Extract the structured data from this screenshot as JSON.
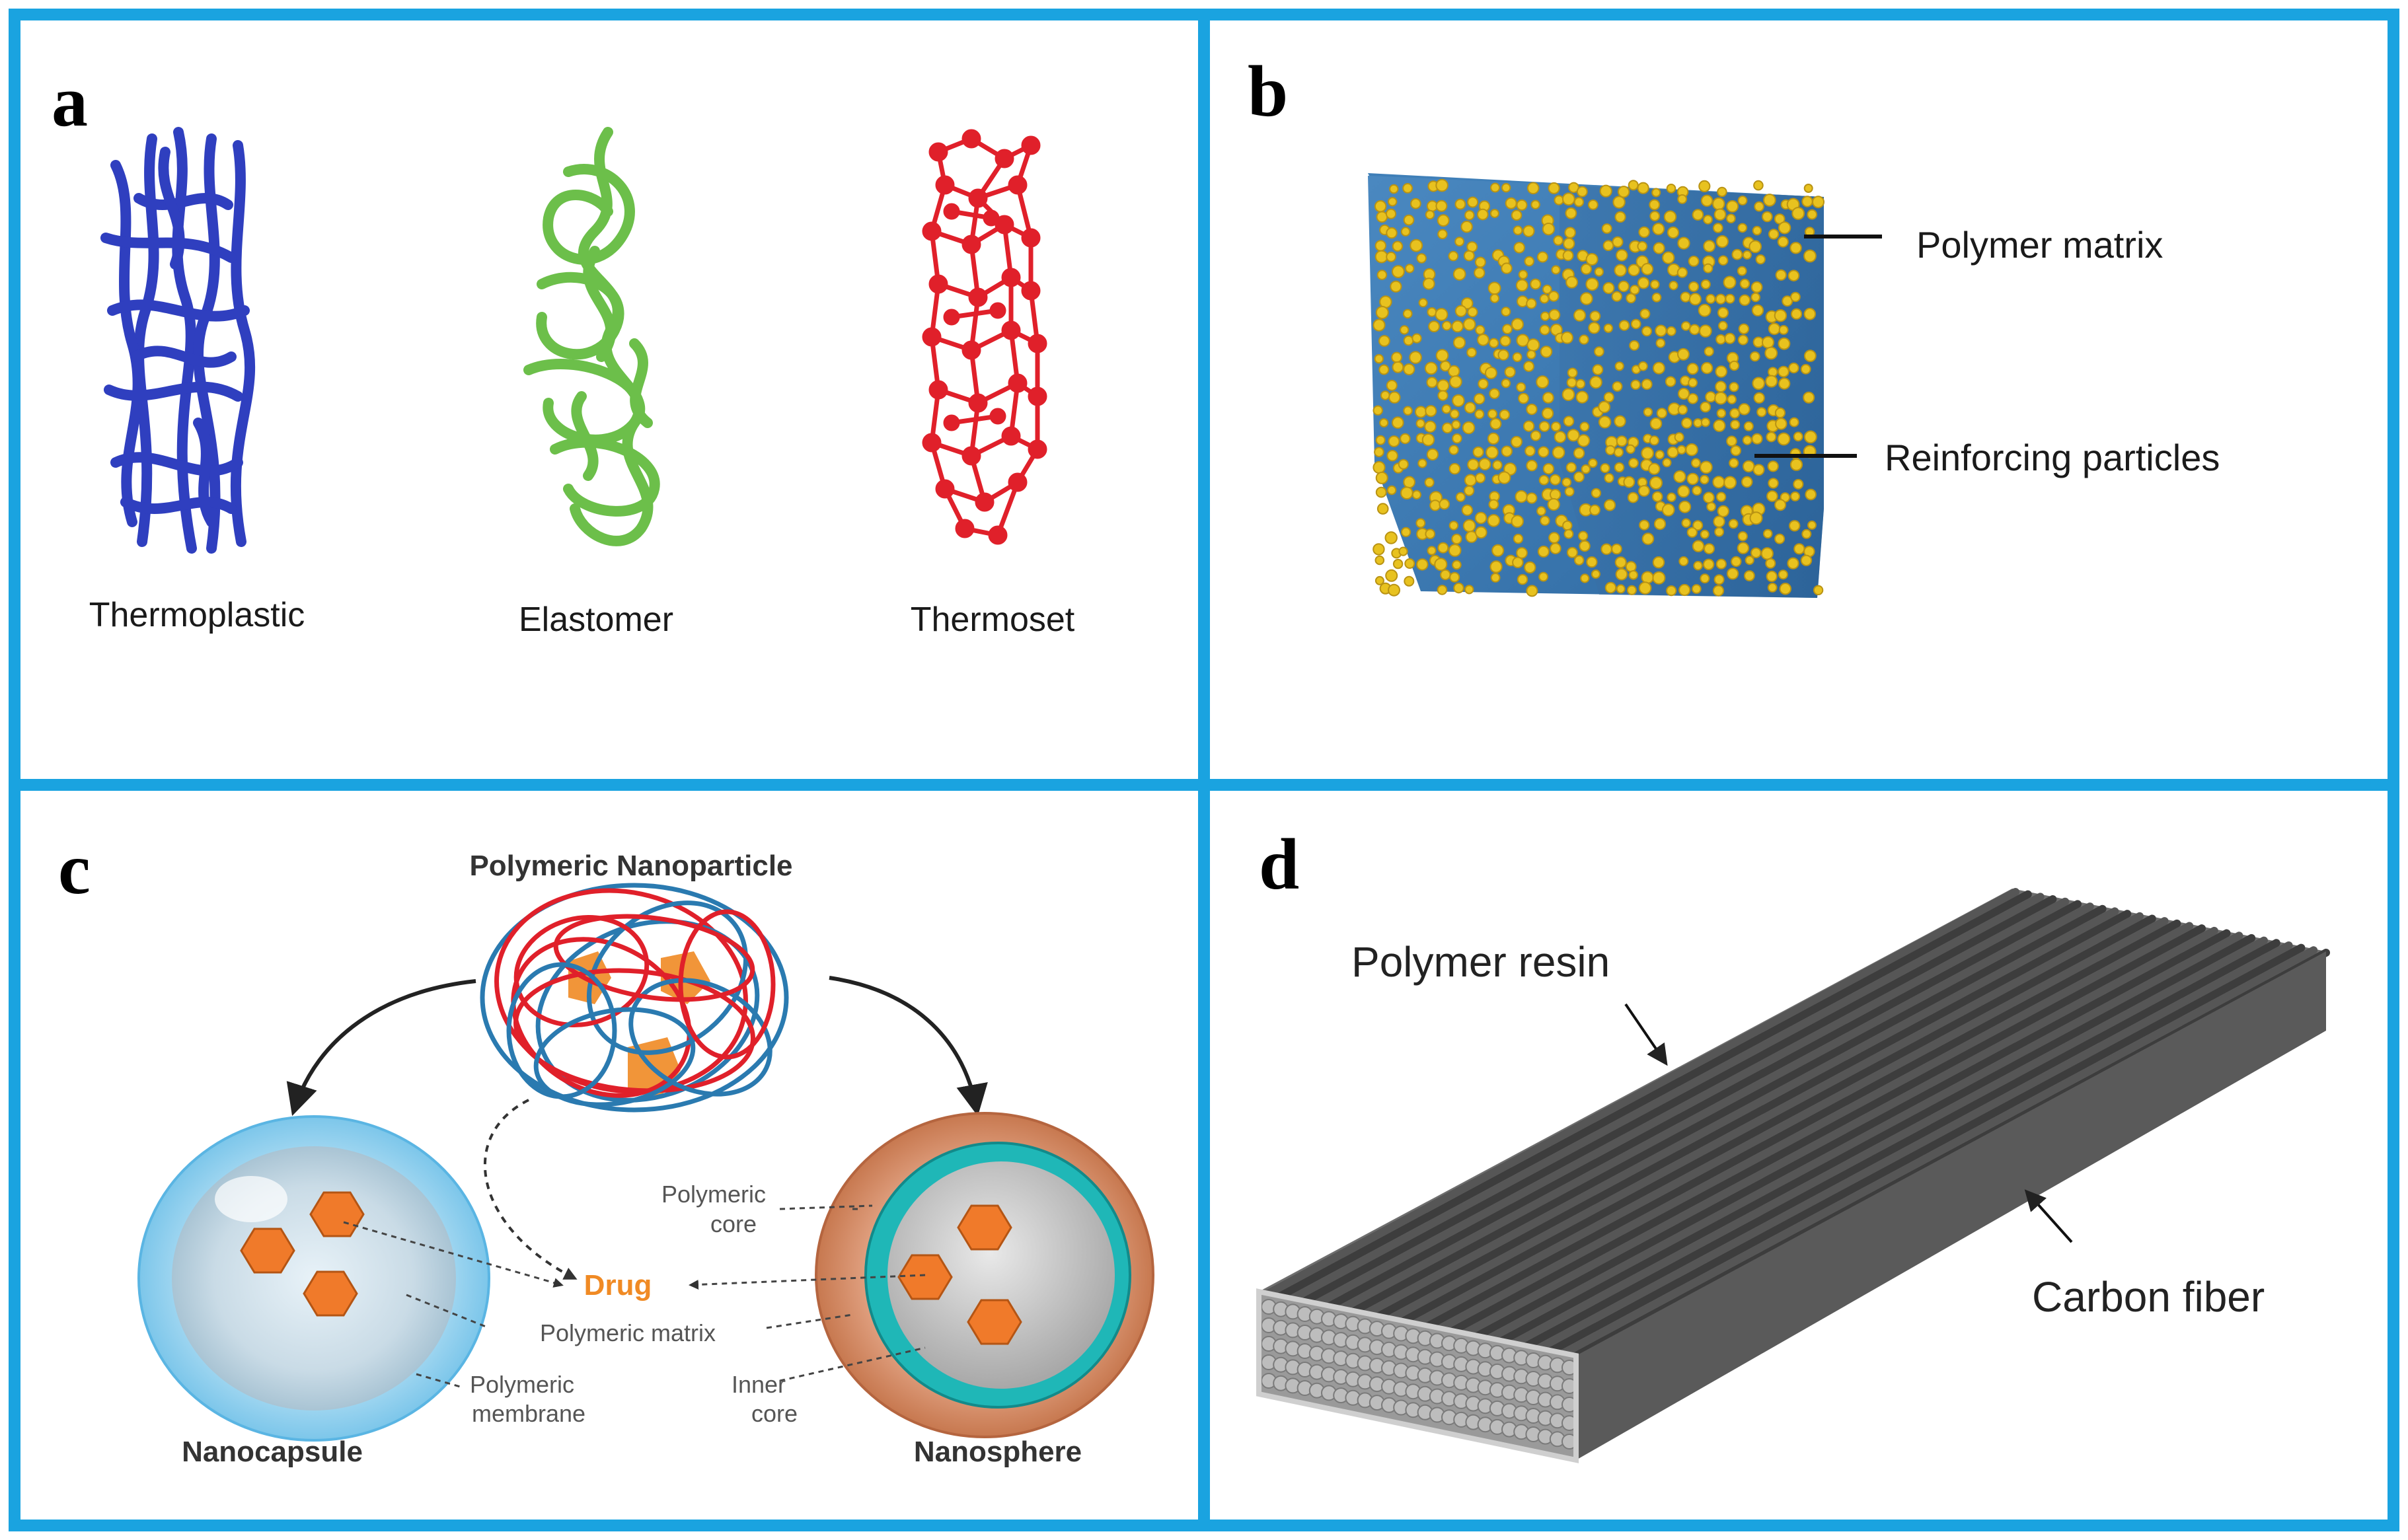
{
  "colors": {
    "frame": "#1aa3e0",
    "thermoplastic": "#2f3fbf",
    "elastomer": "#6cbf4a",
    "thermoset": "#e0202a",
    "matrix_blue": "#3a78b4",
    "particle_yellow": "#e8c21f",
    "drug_orange": "#f08a24",
    "nanosphere_teal": "#1fb7b7",
    "fiber_gray": "#4a4a4a"
  },
  "panels": {
    "a": {
      "letter": "a",
      "labels": [
        "Thermoplastic",
        "Elastomer",
        "Thermoset"
      ]
    },
    "b": {
      "letter": "b",
      "labels": {
        "matrix": "Polymer matrix",
        "particles": "Reinforcing particles"
      }
    },
    "c": {
      "letter": "c",
      "title": "Polymeric Nanoparticle",
      "nanocapsule": "Nanocapsule",
      "nanosphere": "Nanosphere",
      "drug": "Drug",
      "polymeric_matrix": "Polymeric matrix",
      "polymeric_core_1": "Polymeric",
      "polymeric_core_2": "core",
      "polymeric_membrane_1": "Polymeric",
      "polymeric_membrane_2": "membrane",
      "inner_core_1": "Inner",
      "inner_core_2": "core"
    },
    "d": {
      "letter": "d",
      "labels": {
        "resin": "Polymer resin",
        "fiber": "Carbon fiber"
      }
    }
  }
}
